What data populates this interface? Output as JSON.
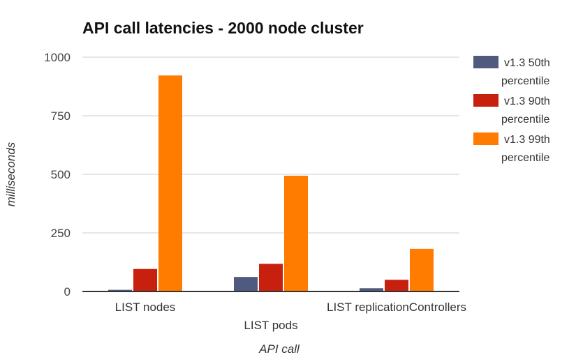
{
  "chart_data": {
    "type": "bar",
    "title": "API call latencies - 2000 node cluster",
    "xlabel": "API call",
    "ylabel": "milliseconds",
    "categories": [
      "LIST nodes",
      "LIST pods",
      "LIST replicationControllers"
    ],
    "series": [
      {
        "name": "v1.3 50th percentile",
        "name_lines": [
          "v1.3 50th",
          "percentile"
        ],
        "color": "#4f5a7e",
        "values": [
          7,
          62,
          14
        ]
      },
      {
        "name": "v1.3 90th percentile",
        "name_lines": [
          "v1.3 90th",
          "percentile"
        ],
        "color": "#c8200e",
        "values": [
          96,
          118,
          50
        ]
      },
      {
        "name": "v1.3 99th percentile",
        "name_lines": [
          "v1.3 99th",
          "percentile"
        ],
        "color": "#ff7c00",
        "values": [
          922,
          494,
          182
        ]
      }
    ],
    "ylim": [
      0,
      1000
    ],
    "yticks": [
      "0",
      "250",
      "500",
      "750",
      "1000"
    ],
    "ytick_values": [
      0,
      250,
      500,
      750,
      1000
    ],
    "grid": true,
    "legend": "right"
  }
}
